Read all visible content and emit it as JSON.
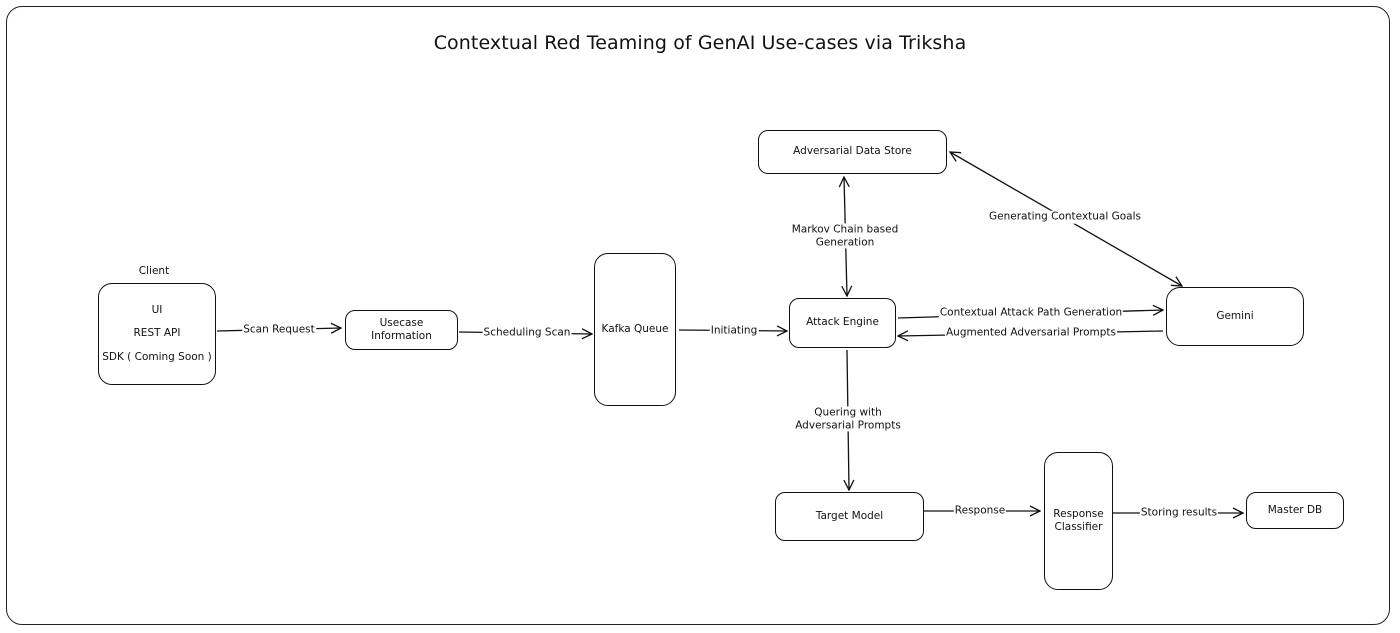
{
  "diagram": {
    "title": "Contextual Red Teaming of GenAI Use-cases via Triksha",
    "nodes": {
      "client": {
        "caption": "Client",
        "lines": [
          "UI",
          "REST API",
          "SDK ( Coming Soon )"
        ]
      },
      "usecase": {
        "lines": [
          "Usecase",
          "Information"
        ]
      },
      "kafka": {
        "label": "Kafka Queue"
      },
      "adversarial_store": {
        "label": "Adversarial Data Store"
      },
      "attack_engine": {
        "label": "Attack Engine"
      },
      "gemini": {
        "label": "Gemini"
      },
      "target_model": {
        "label": "Target Model"
      },
      "response_classifier": {
        "lines": [
          "Response",
          "Classifier"
        ]
      },
      "master_db": {
        "label": "Master DB"
      }
    },
    "edges": {
      "scan_request": "Scan Request",
      "scheduling_scan": "Scheduling Scan",
      "initiating": "Initiating",
      "markov": [
        "Markov Chain based",
        "Generation"
      ],
      "contextual_goals": "Generating Contextual Goals",
      "attack_path": "Contextual Attack Path Generation",
      "augmented_prompts": "Augmented Adversarial Prompts",
      "quering": [
        "Quering with",
        "Adversarial Prompts"
      ],
      "response": "Response",
      "storing": "Storing results"
    }
  }
}
